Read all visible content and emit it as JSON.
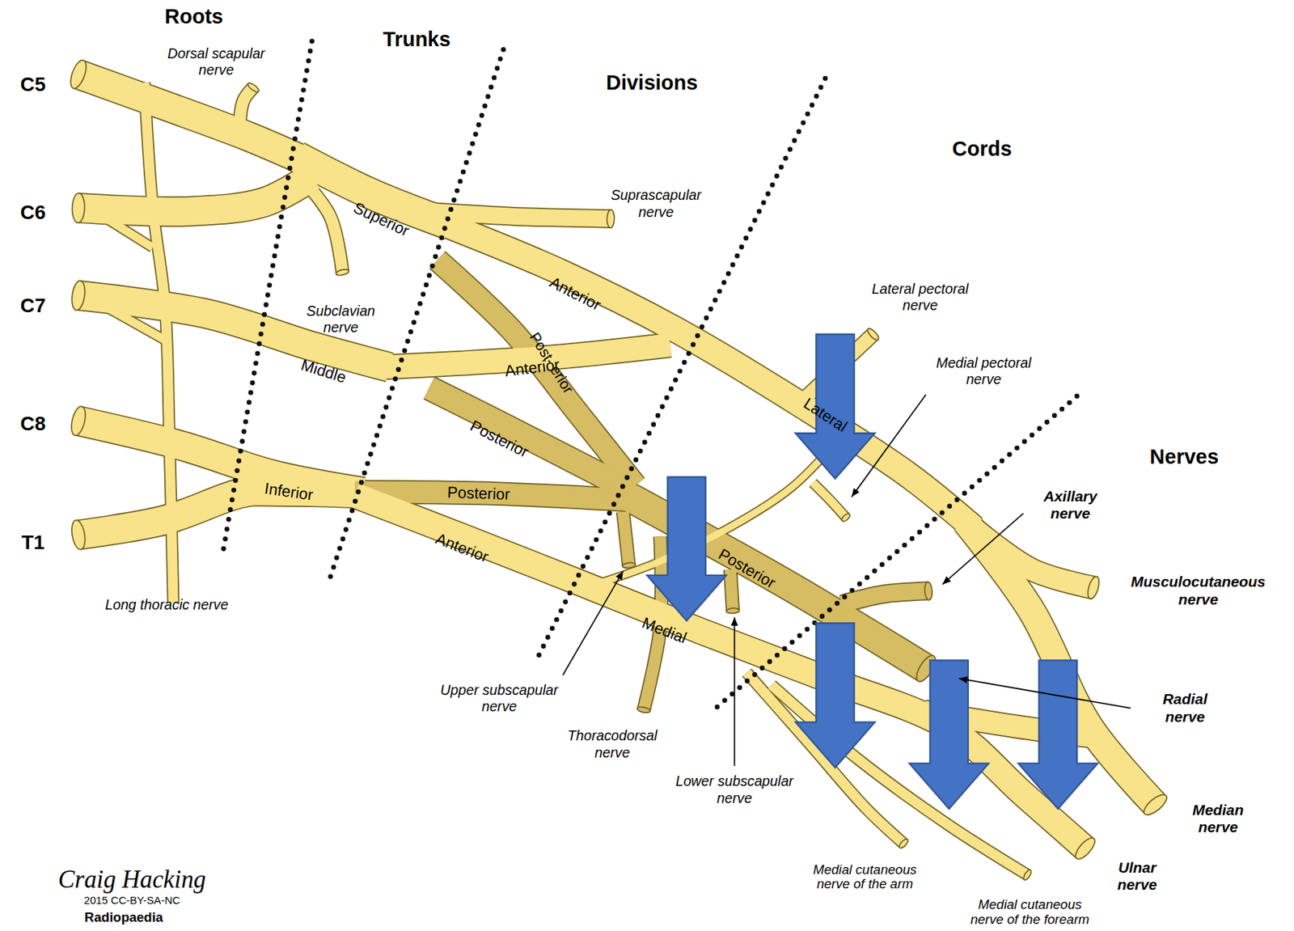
{
  "diagram": {
    "labels": [
      "Roots",
      "Trunks",
      "Divisions",
      "Cords",
      "Nerves",
      "C5",
      "C6",
      "C7",
      "C8",
      "T1",
      "Dorsal scapular nerve",
      "Suprascapular nerve",
      "Superior",
      "Subclavian nerve",
      "Anterior",
      "Post- erior",
      "Middle",
      "Anterior",
      "Posterior",
      "Inferior",
      "Posterior",
      "Anterior",
      "Lateral",
      "Lateral pectoral nerve",
      "Medial pectoral nerve",
      "Posterior",
      "Medial",
      "Axillary nerve",
      "Musculocutaneous nerve",
      "Radial nerve",
      "Median nerve",
      "Ulnar nerve",
      "Upper subscapular nerve",
      "Thoracodorsal nerve",
      "Lower subscapular nerve",
      "Medial cutaneous nerve of the arm",
      "Medial cutaneous nerve of the forearm",
      "Long thoracic nerve",
      "Craig Hacking",
      "2015 CC-BY-SA-NC",
      "Radiopaedia"
    ]
  }
}
